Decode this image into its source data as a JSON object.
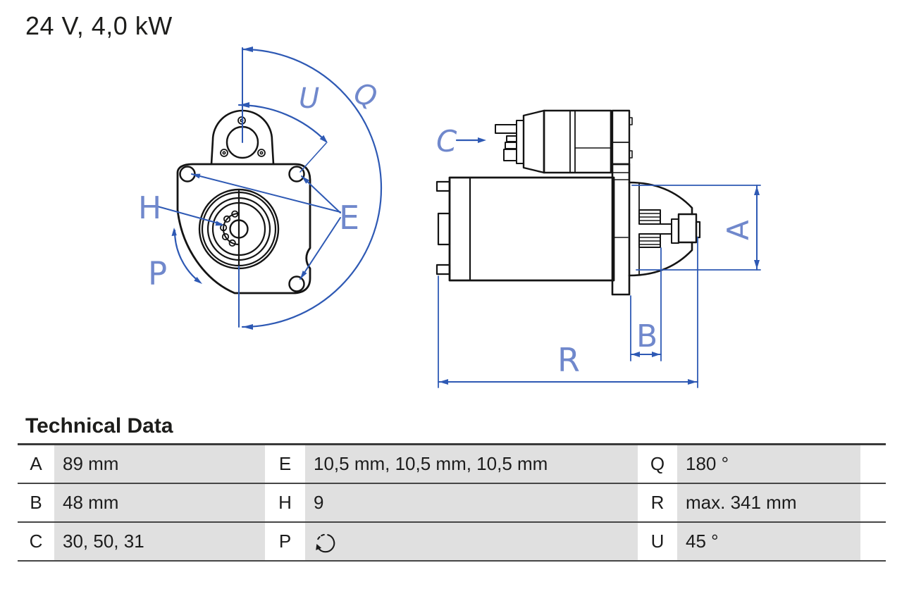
{
  "title": "24 V, 4,0 kW",
  "drawing": {
    "labels": {
      "U": "U",
      "Q": "Q",
      "H": "H",
      "E": "E",
      "P": "P",
      "C": "C",
      "A": "A",
      "B": "B",
      "R": "R"
    }
  },
  "technical_data": {
    "heading": "Technical Data",
    "rows": [
      [
        {
          "key": "A",
          "value": "89 mm"
        },
        {
          "key": "E",
          "value": "10,5 mm, 10,5 mm, 10,5 mm"
        },
        {
          "key": "Q",
          "value": "180 °"
        }
      ],
      [
        {
          "key": "B",
          "value": "48 mm"
        },
        {
          "key": "H",
          "value": "9"
        },
        {
          "key": "R",
          "value": "max. 341 mm"
        }
      ],
      [
        {
          "key": "C",
          "value": "30, 50, 31"
        },
        {
          "key": "P",
          "value": "",
          "icon": "rotation-ccw"
        },
        {
          "key": "U",
          "value": "45 °"
        }
      ]
    ]
  },
  "colors": {
    "dimension_blue": "#2e59b4",
    "label_blue": "#7088cc",
    "outline_black": "#141414",
    "table_cell_gray": "#e0e0e0"
  }
}
